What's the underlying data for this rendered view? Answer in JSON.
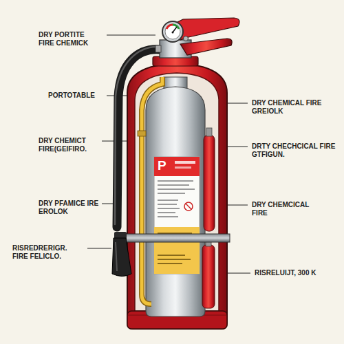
{
  "diagram": {
    "labels": [
      "DRY PORTITE FIRE CHEMICK",
      "PORTOTABLE",
      "DRY CHEMICT FIRE(GEIFIRO.",
      "DRY PFAMICE IRE EROLOK",
      "RISREDRERIGR. FIRE FELICLO.",
      "DRY CHEMICAL FIRE GREIOLK",
      "DRTY CHECHCICAL FIRE GTFIGUN.",
      "DRY CHEMCICAL FIRE",
      "RISRELUIJT, 300 K",
      "P"
    ]
  }
}
